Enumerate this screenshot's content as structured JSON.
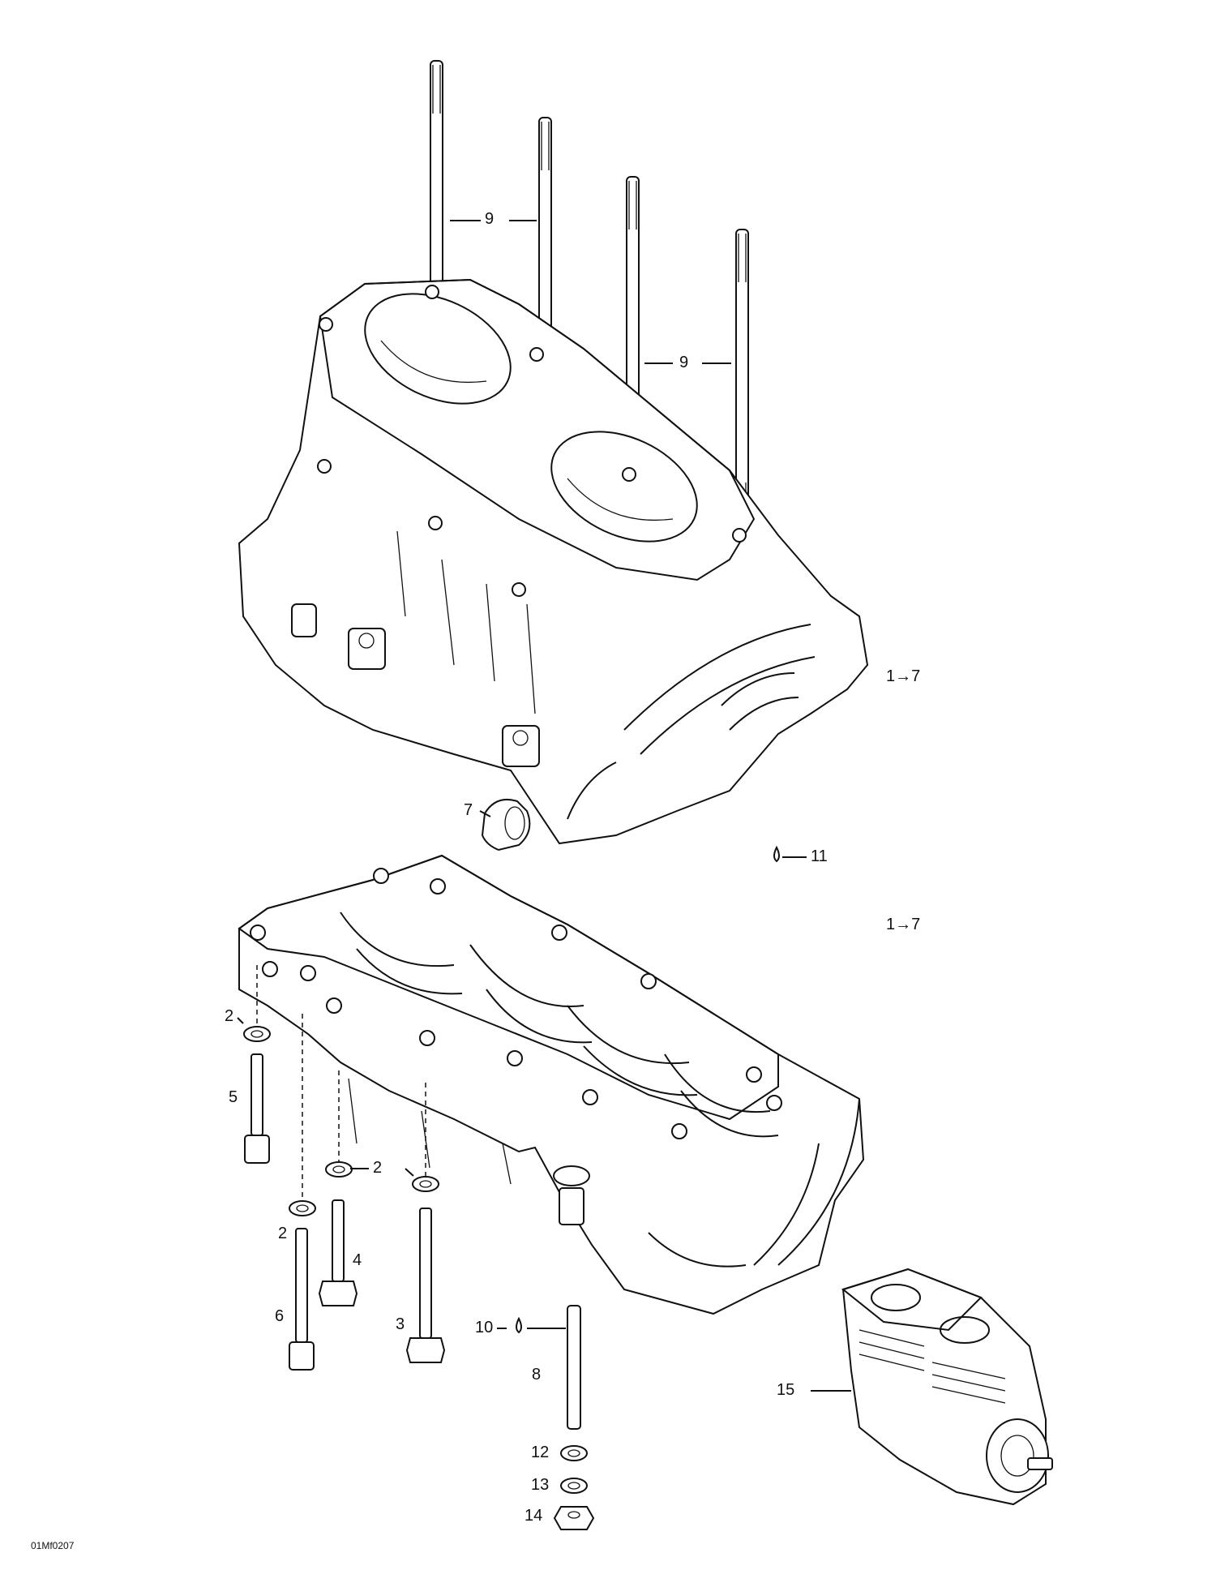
{
  "diagram": {
    "callouts": [
      {
        "id": "c9a",
        "text": "9"
      },
      {
        "id": "c9b",
        "text": "9"
      },
      {
        "id": "c1to7a",
        "text": "1→7"
      },
      {
        "id": "c7",
        "text": "7"
      },
      {
        "id": "c11",
        "text": "11"
      },
      {
        "id": "c1to7b",
        "text": "1→7"
      },
      {
        "id": "c2a",
        "text": "2"
      },
      {
        "id": "c5",
        "text": "5"
      },
      {
        "id": "c2b",
        "text": "2"
      },
      {
        "id": "c2c",
        "text": "2"
      },
      {
        "id": "c4",
        "text": "4"
      },
      {
        "id": "c6",
        "text": "6"
      },
      {
        "id": "c3",
        "text": "3"
      },
      {
        "id": "c10",
        "text": "10"
      },
      {
        "id": "c8",
        "text": "8"
      },
      {
        "id": "c12",
        "text": "12"
      },
      {
        "id": "c13",
        "text": "13"
      },
      {
        "id": "c14",
        "text": "14"
      },
      {
        "id": "c15",
        "text": "15"
      }
    ],
    "figure_code": "01Mf0207"
  }
}
